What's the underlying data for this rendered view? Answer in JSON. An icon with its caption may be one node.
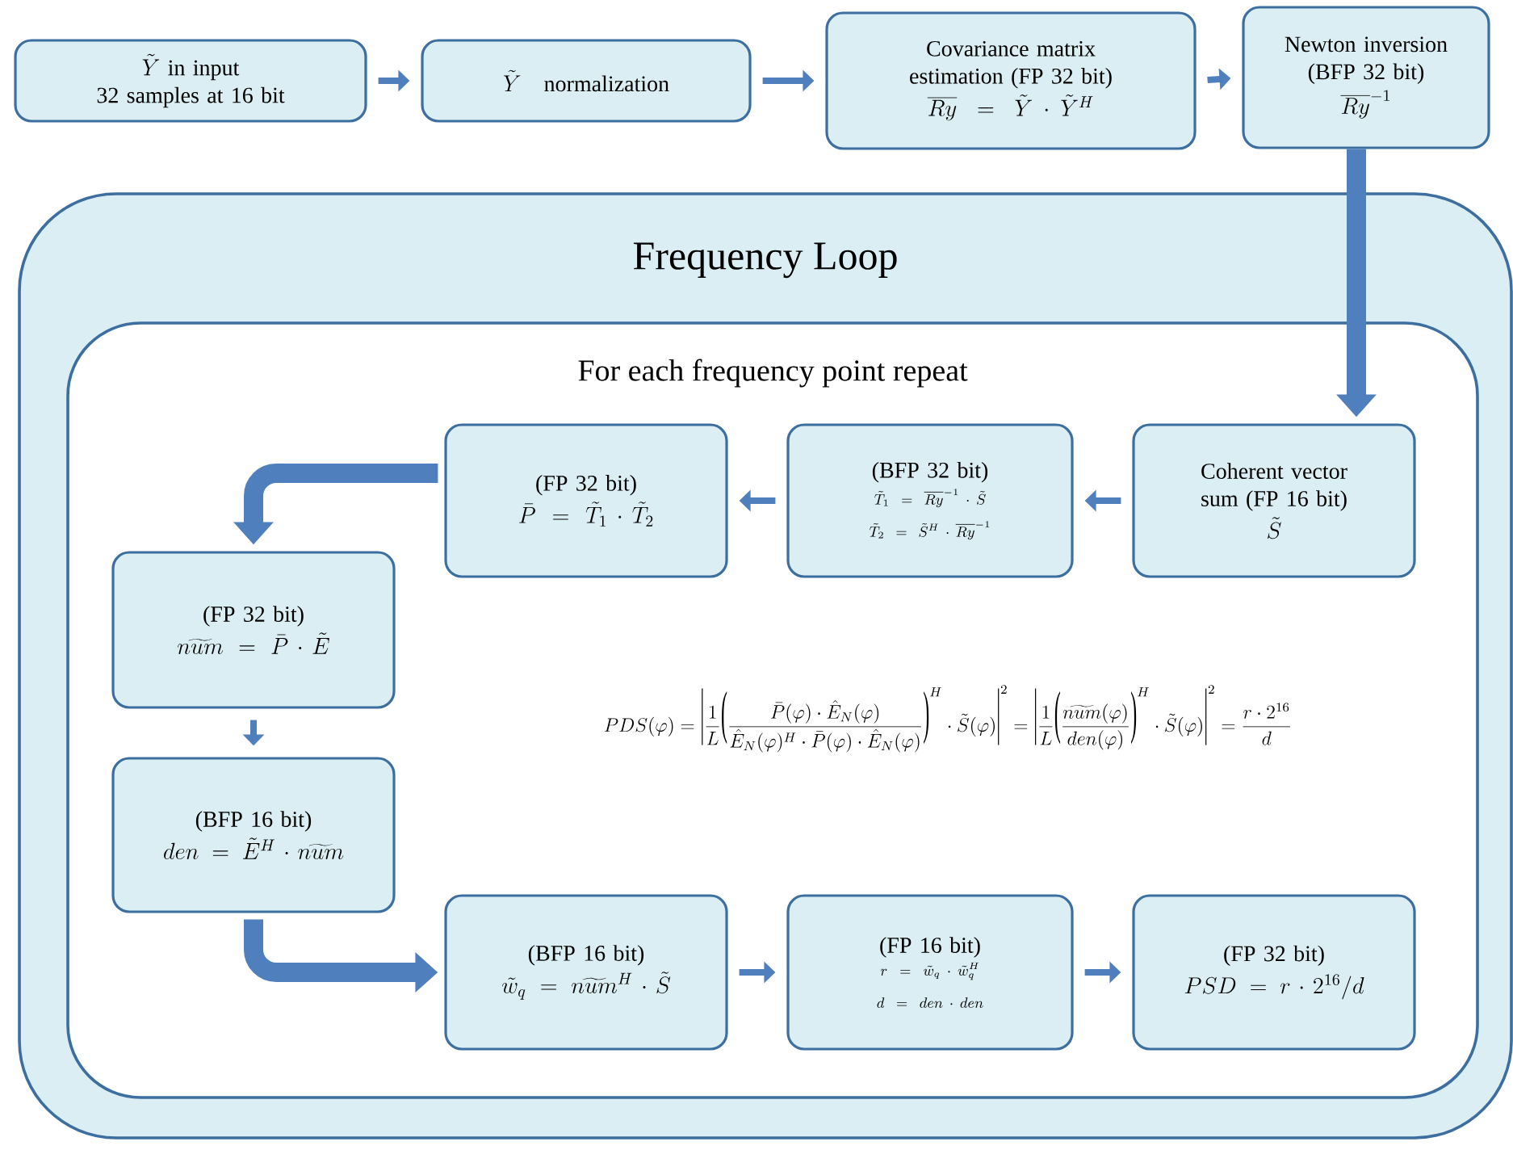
{
  "diagram": {
    "nodes": [
      {
        "text": [
          "\\tilde{Y}",
          "in input",
          "32 samples at 16 bit"
        ]
      },
      {
        "text": [
          "\\tilde{Y}",
          "normalization"
        ]
      },
      {
        "text": [
          "Covariance matrix estimation (FP 32 bit)",
          "\\overline{Ry} = \\tilde{Y}\\cdot\\tilde{Y}^{H}"
        ]
      },
      {
        "text": [
          "Newton inversion (BFP 32 bit)",
          "\\overline{Ry}^{-1}"
        ]
      },
      {
        "text": [
          "Frequency Loop"
        ]
      },
      {
        "text": [
          "For each frequency point repeat"
        ],
        "in": 4
      },
      {
        "text": [
          "Coherent vector sum (FP 16 bit)",
          "\\tilde{S}"
        ],
        "in": 5
      },
      {
        "text": [
          "(BFP 32 bit)",
          "\\tilde{T}_1 = \\overline{Ry}^{-1}\\cdot\\tilde{S}",
          "\\tilde{T}_2 = \\tilde{S}^{H}\\cdot\\overline{Ry}^{-1}"
        ],
        "in": 5
      },
      {
        "text": [
          "(FP 32 bit)",
          "\\bar{P} = \\tilde{T}_1\\cdot\\tilde{T}_2"
        ],
        "in": 5
      },
      {
        "text": [
          "(FP 32 bit)",
          "\\widetilde{num} = \\bar{P}\\cdot\\tilde{E}"
        ],
        "in": 5
      },
      {
        "text": [
          "(BFP 16 bit)",
          "den = \\tilde{E}^{H}\\cdot\\widetilde{num}"
        ],
        "in": 5
      },
      {
        "text": [
          "(BFP 16 bit)",
          "\\tilde{w}_q = \\widetilde{num}^{H}\\cdot\\tilde{S}"
        ],
        "in": 5
      },
      {
        "text": [
          "(FP 16 bit)",
          "r = \\tilde{w}_q\\cdot{\\tilde{w}_q}^{H}",
          "d = den\\cdot den"
        ],
        "in": 5
      },
      {
        "text": [
          "(FP 32 bit)",
          "PSD = r\\cdot 2^{16}/d"
        ],
        "in": 5
      }
    ],
    "edges": [
      {
        "from": 0,
        "to": 1,
        "arrow": "to"
      },
      {
        "from": 1,
        "to": 2,
        "arrow": "to"
      },
      {
        "from": 2,
        "to": 3,
        "arrow": "to"
      },
      {
        "from": 3,
        "to": 6,
        "arrow": "to",
        "style": "thick"
      },
      {
        "from": 6,
        "to": 7,
        "arrow": "to"
      },
      {
        "from": 7,
        "to": 8,
        "arrow": "to"
      },
      {
        "from": 8,
        "to": 9,
        "arrow": "to",
        "style": "thick"
      },
      {
        "from": 9,
        "to": 10,
        "arrow": "to"
      },
      {
        "from": 10,
        "to": 11,
        "arrow": "to",
        "style": "thick"
      },
      {
        "from": 11,
        "to": 12,
        "arrow": "to"
      },
      {
        "from": 12,
        "to": 13,
        "arrow": "to"
      }
    ],
    "labels": [
      "PDS(\\varphi) = \\scalebox{1}[3.2]{|}\\frac{1}{L}\\scalebox{1}[3]{(}\\frac{\\bar{P}(\\varphi)\\cdot\\hat{E}_N(\\varphi)}{\\hat{E}_N(\\varphi)^{H}\\cdot\\bar{P}(\\varphi)\\cdot\\hat{E}_N(\\varphi)}\\scalebox{1}[3]{)}^{H}\\cdot\\tilde{S}(\\varphi)\\scalebox{1}[3.2]{|}^{2} = \\scalebox{1}[3.2]{|}\\frac{1}{L}\\scalebox{1}[3]{(}\\frac{\\widetilde{num}(\\varphi)}{den(\\varphi)}\\scalebox{1}[3]{)}^{H}\\cdot\\tilde{S}(\\varphi)\\scalebox{1}[3.2]{|}^{2} = \\frac{r\\cdot 2^{16}}{d}"
    ]
  }
}
